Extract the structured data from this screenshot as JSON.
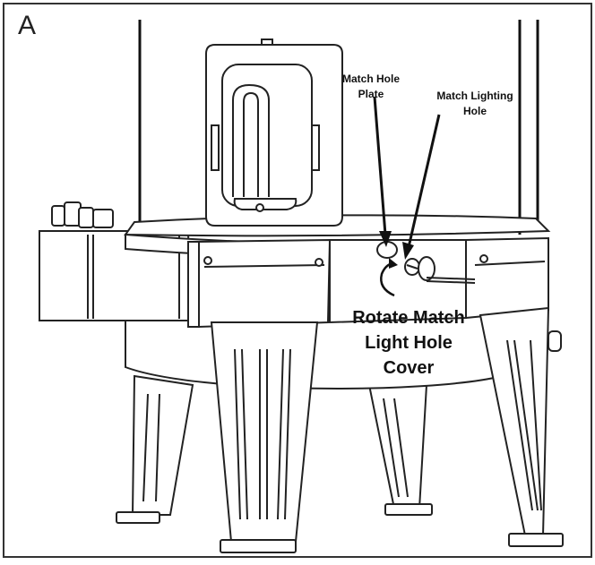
{
  "panel_label": "A",
  "callouts": {
    "match_hole_plate": [
      "Match Hole",
      "Plate"
    ],
    "match_lighting_hole": [
      "Match Lighting",
      "Hole"
    ],
    "rotate_cover": [
      "Rotate Match",
      "Light Hole",
      "Cover"
    ]
  }
}
